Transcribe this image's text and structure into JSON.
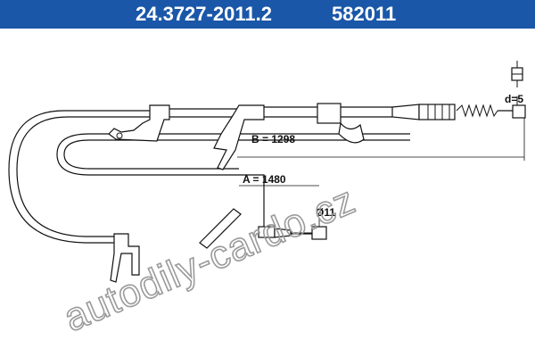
{
  "header": {
    "part_number": "24.3727-2011.2",
    "reference_number": "582011",
    "background_color": "#1a57a8",
    "text_color": "#ffffff"
  },
  "dimensions": {
    "a_label": "A = 1480",
    "b_label": "B = 1298",
    "diameter_label": "Ø11",
    "d_label": "d=5"
  },
  "watermark": {
    "text": "autodily-cardo.cz",
    "color": "#9a9a9a"
  },
  "icons": {
    "end_fitting_symbol": "cable-end-fitting-icon"
  }
}
